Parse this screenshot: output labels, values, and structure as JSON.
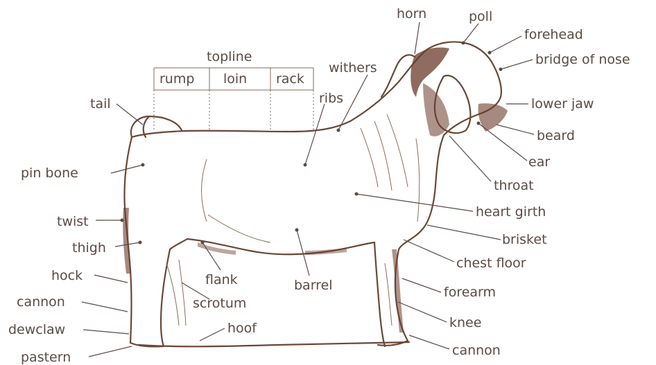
{
  "labels": {
    "horn": "horn",
    "poll": "poll",
    "forehead": "forehead",
    "bridge_of_nose": "bridge of nose",
    "lower_jaw": "lower jaw",
    "beard": "beard",
    "ear": "ear",
    "throat": "throat",
    "heart_girth": "heart girth",
    "brisket": "brisket",
    "chest_floor": "chest floor",
    "forearm": "forearm",
    "knee": "knee",
    "cannon_front": "cannon",
    "withers": "withers",
    "ribs": "ribs",
    "topline": "topline",
    "rump": "rump",
    "loin": "loin",
    "rack": "rack",
    "tail": "tail",
    "pin_bone": "pin bone",
    "twist": "twist",
    "thigh": "thigh",
    "hock": "hock",
    "cannon_rear": "cannon",
    "dewclaw": "dewclaw",
    "pastern": "pastern",
    "flank": "flank",
    "scrotum": "scrotum",
    "hoof": "hoof",
    "barrel": "barrel"
  },
  "colors": {
    "ink": "#5a4a44",
    "outline": "#6b4636",
    "head_shading": "#6b3a2a"
  }
}
